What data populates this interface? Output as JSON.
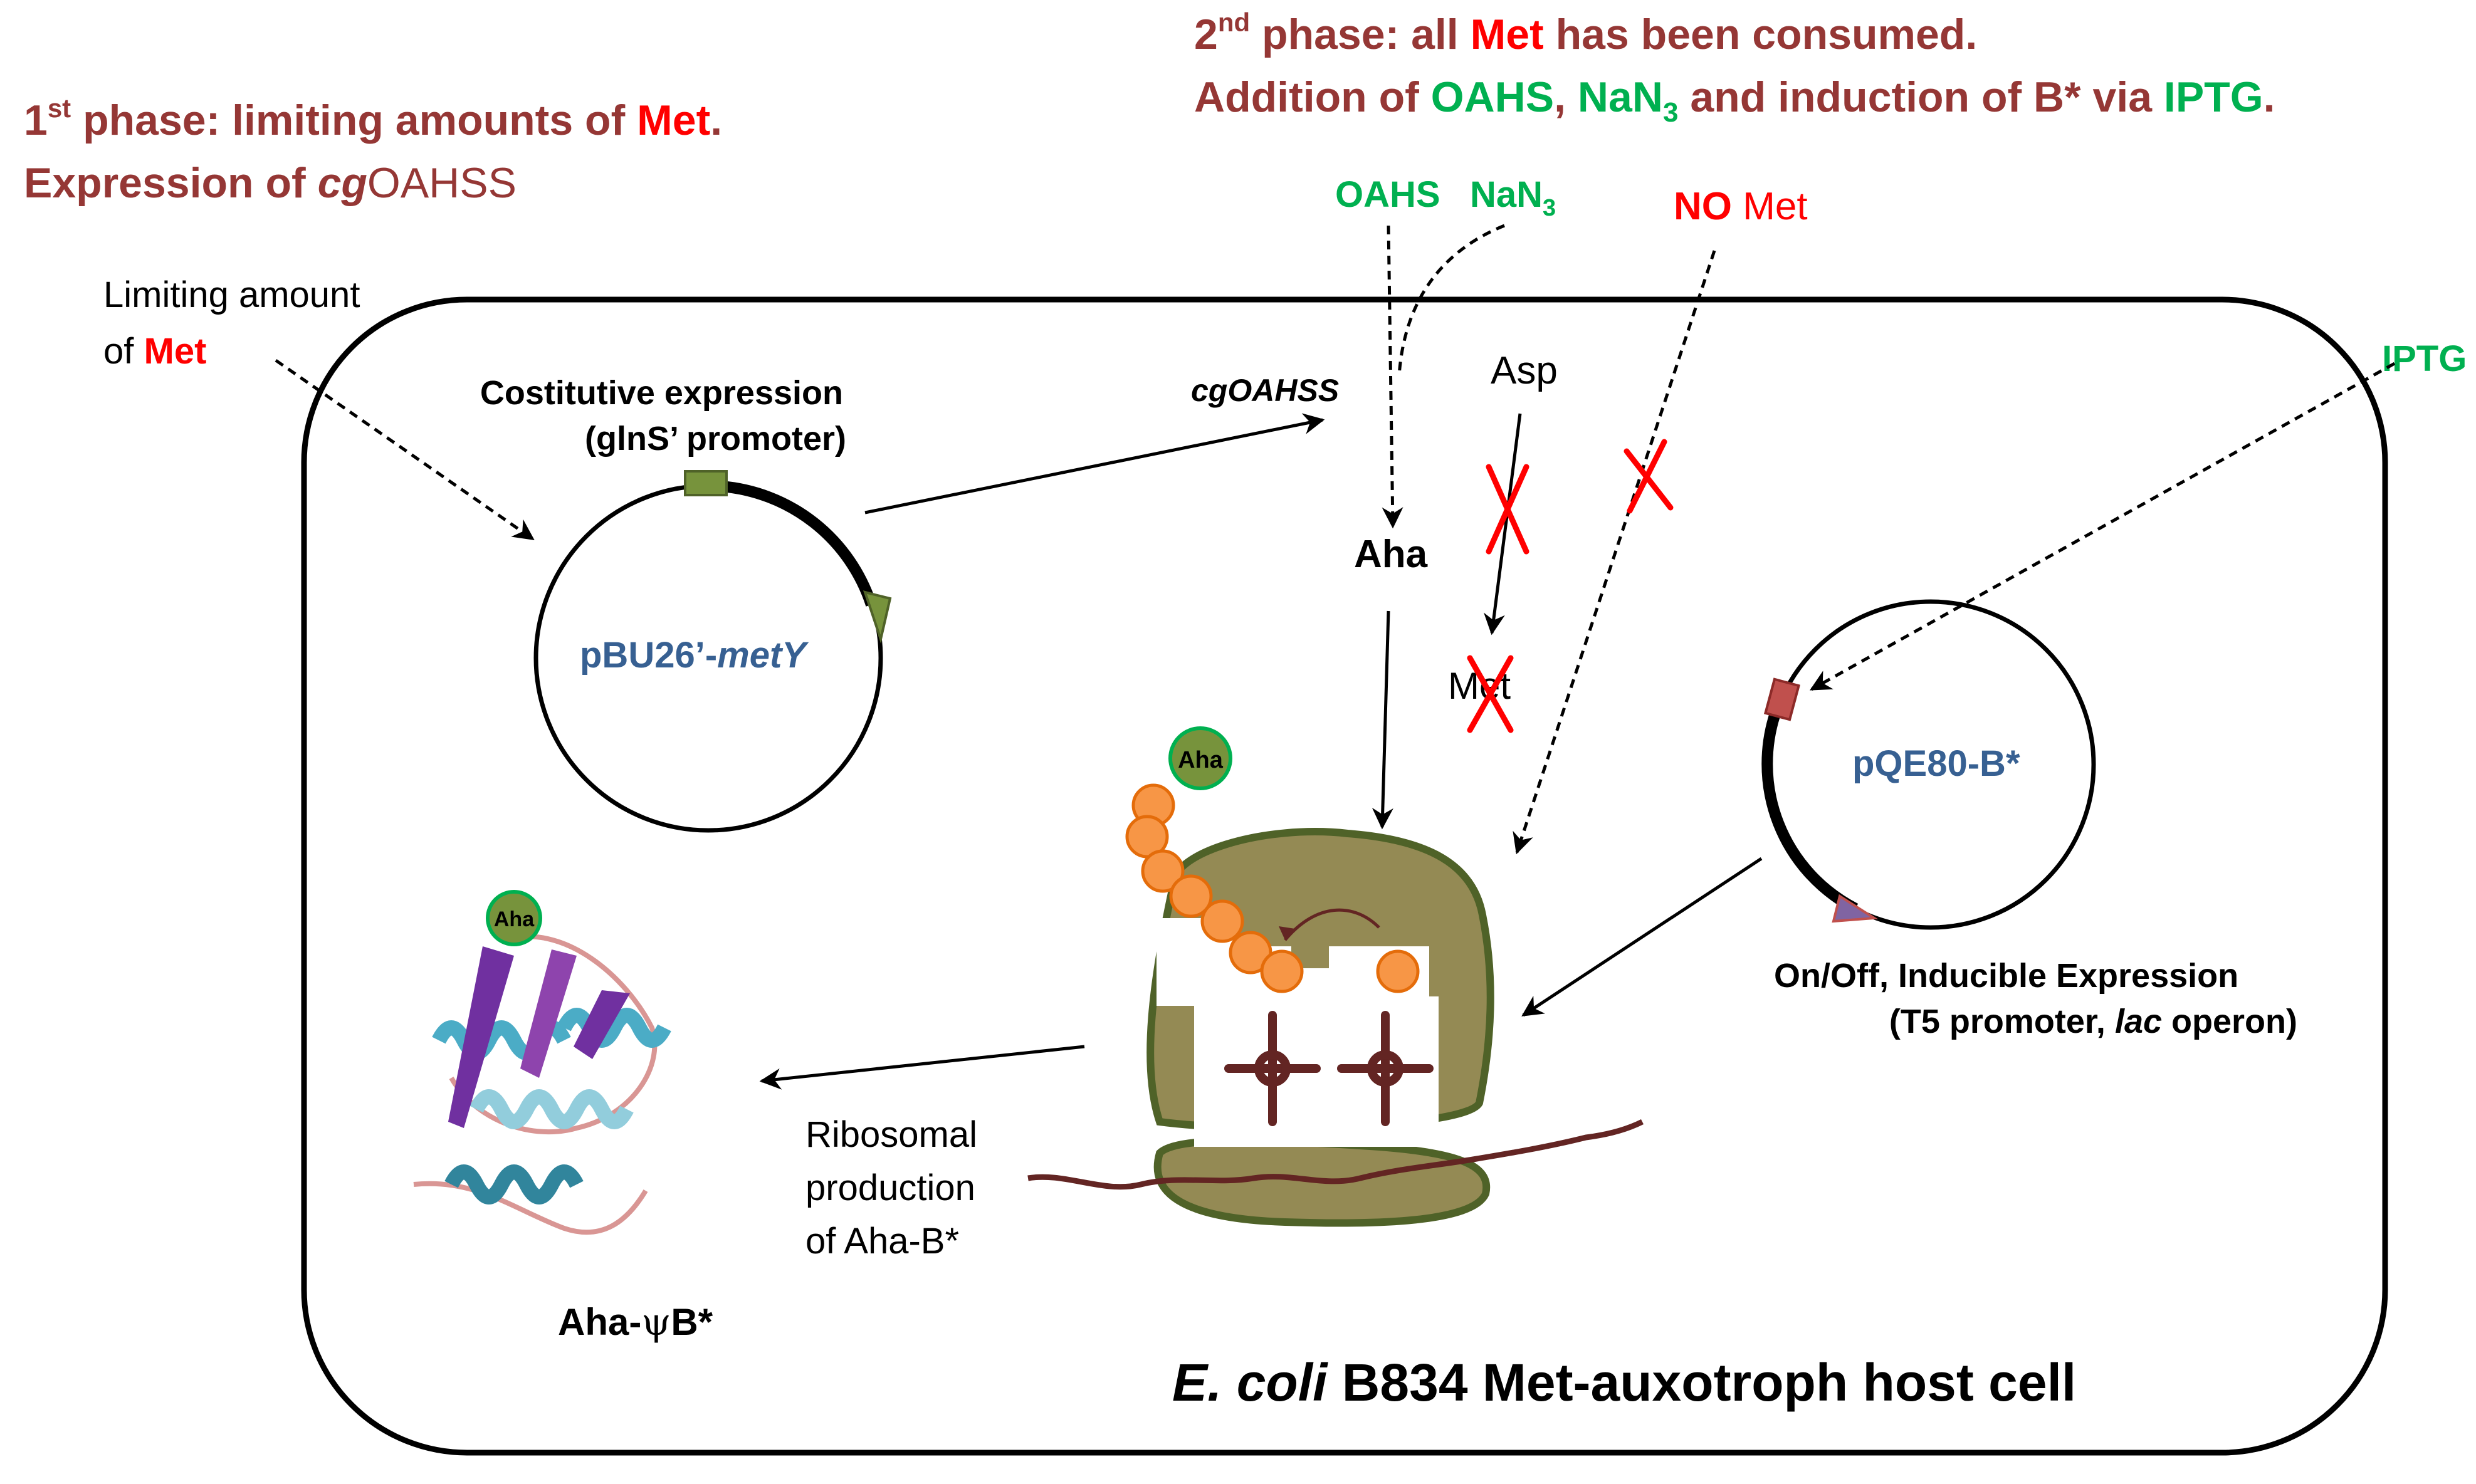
{
  "colors": {
    "phase_text": "#953735",
    "highlight_red": "#ff0000",
    "reagent_green": "#00b050",
    "plasmid_blue": "#376092",
    "ribosome_fill": "#948a54",
    "ribosome_outline": "#4f6228",
    "residue_orange": "#f79646",
    "aha_ball": "#77933c",
    "mrna": "#632523"
  },
  "phase1": {
    "line1_pre": "1",
    "line1_sup": "st",
    "line1_mid": " phase: limiting amounts of ",
    "line1_met": "Met",
    "line1_end": ".",
    "line2_pre": "Expression of ",
    "line2_italic": "cg",
    "line2_end": "OAHSS"
  },
  "phase2": {
    "line1_pre": "2",
    "line1_sup": "nd",
    "line1_mid": " phase: all ",
    "line1_met": "Met",
    "line1_end": " has been consumed.",
    "line2_pre": "Addition of ",
    "line2_oahs": "OAHS",
    "line2_comma": ", ",
    "line2_nan": "NaN",
    "line2_sub": "3",
    "line2_mid": " and induction of B* via ",
    "line2_iptg": "IPTG",
    "line2_end": "."
  },
  "labels": {
    "limiting_line1": "Limiting amount",
    "limiting_of": "of ",
    "limiting_met": "Met",
    "oahs": "OAHS",
    "nan": "NaN",
    "nan_sub": "3",
    "no": "NO",
    "no_met": " Met",
    "iptg": "IPTG",
    "cgoahss": "cgOAHSS",
    "asp": "Asp",
    "aha": "Aha",
    "met": "Met",
    "constitutive_line1": "Costitutive expression",
    "constitutive_line2": "(glnS’ promoter)",
    "plasmid1_pre": "pBU26’-",
    "plasmid1_italic": "metY",
    "plasmid2": "pQE80-B*",
    "inducible_line1": "On/Off, Inducible Expression",
    "inducible_line2_pre": "(T5 promoter, ",
    "inducible_line2_italic": "lac",
    "inducible_line2_end": " operon)",
    "ribosomal_line1": "Ribosomal",
    "ribosomal_line2": "production",
    "ribosomal_line3": "of Aha-B*",
    "aha_ball_label": "Aha",
    "protein_pre": "Aha-",
    "protein_psi": "ψ",
    "protein_end": "B*",
    "host_italic": "E. coli",
    "host_rest": " B834 Met-auxotroph host cell"
  }
}
